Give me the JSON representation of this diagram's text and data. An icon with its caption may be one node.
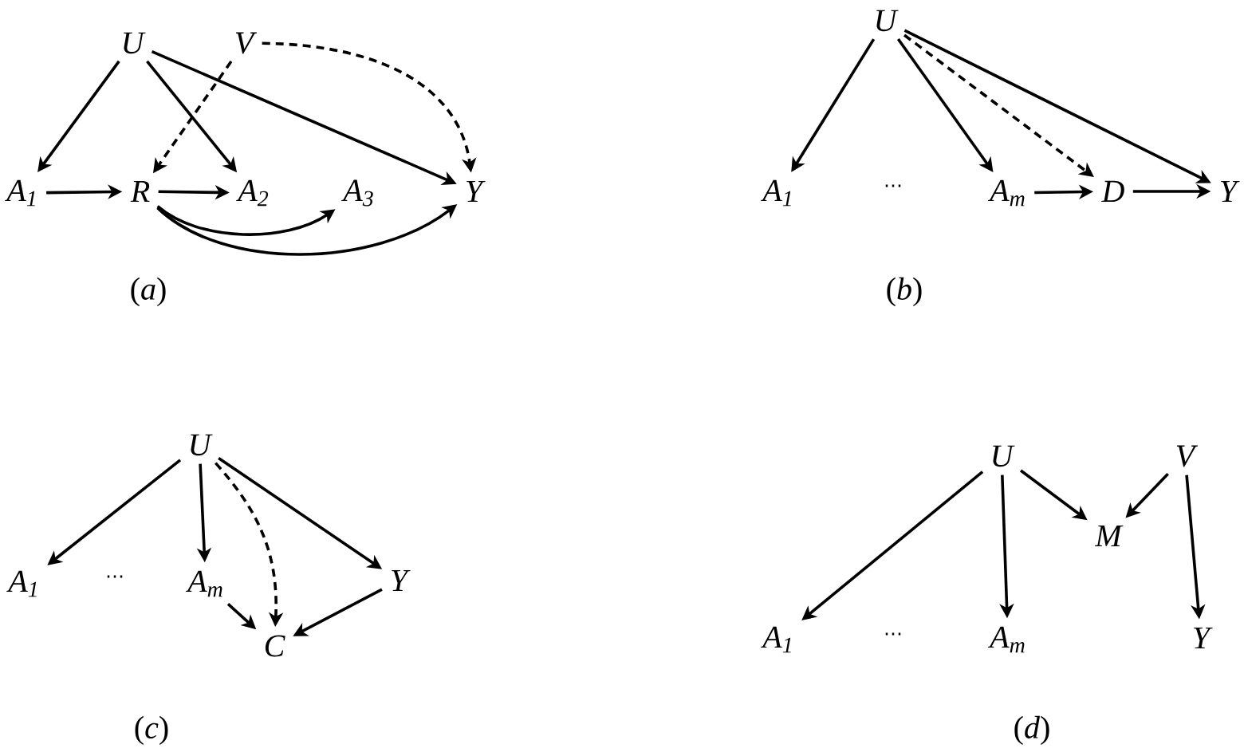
{
  "diagram": {
    "nodes": [
      {
        "text": [
          "U"
        ]
      },
      {
        "text": [
          "V"
        ]
      },
      {
        "text": [
          "A$_{1}$"
        ]
      },
      {
        "text": [
          "R"
        ]
      },
      {
        "text": [
          "A$_{2}$"
        ]
      },
      {
        "text": [
          "A$_{3}$"
        ]
      },
      {
        "text": [
          "Y"
        ]
      },
      {
        "text": [
          "U"
        ]
      },
      {
        "text": [
          "A$_{1}$"
        ]
      },
      {
        "text": [
          "A$_{m}$"
        ]
      },
      {
        "text": [
          "D"
        ]
      },
      {
        "text": [
          "Y"
        ]
      },
      {
        "text": [
          "U"
        ]
      },
      {
        "text": [
          "A$_{1}$"
        ]
      },
      {
        "text": [
          "A$_{m}$"
        ]
      },
      {
        "text": [
          "Y"
        ]
      },
      {
        "text": [
          "C"
        ]
      },
      {
        "text": [
          "U"
        ]
      },
      {
        "text": [
          "V"
        ]
      },
      {
        "text": [
          "M"
        ]
      },
      {
        "text": [
          "A$_{1}$"
        ]
      },
      {
        "text": [
          "A$_{m}$"
        ]
      },
      {
        "text": [
          "Y"
        ]
      }
    ],
    "edges": [
      {
        "from": 0,
        "to": 2,
        "arrow": "to"
      },
      {
        "from": 0,
        "to": 4,
        "arrow": "to"
      },
      {
        "from": 0,
        "to": 6,
        "arrow": "to"
      },
      {
        "from": 1,
        "to": 3,
        "arrow": "to",
        "style": "dashed"
      },
      {
        "from": 1,
        "to": 6,
        "arrow": "to",
        "style": "dashed"
      },
      {
        "from": 2,
        "to": 3,
        "arrow": "to"
      },
      {
        "from": 3,
        "to": 4,
        "arrow": "to"
      },
      {
        "from": 3,
        "to": 5,
        "arrow": "to"
      },
      {
        "from": 3,
        "to": 6,
        "arrow": "to"
      },
      {
        "from": 7,
        "to": 8,
        "arrow": "to"
      },
      {
        "from": 7,
        "to": 9,
        "arrow": "to"
      },
      {
        "from": 7,
        "to": 10,
        "arrow": "to",
        "style": "dashed"
      },
      {
        "from": 7,
        "to": 11,
        "arrow": "to"
      },
      {
        "from": 9,
        "to": 10,
        "arrow": "to"
      },
      {
        "from": 10,
        "to": 11,
        "arrow": "to"
      },
      {
        "from": 12,
        "to": 13,
        "arrow": "to"
      },
      {
        "from": 12,
        "to": 14,
        "arrow": "to"
      },
      {
        "from": 12,
        "to": 16,
        "arrow": "to",
        "style": "dashed"
      },
      {
        "from": 12,
        "to": 15,
        "arrow": "to"
      },
      {
        "from": 14,
        "to": 16,
        "arrow": "to"
      },
      {
        "from": 15,
        "to": 16,
        "arrow": "to"
      },
      {
        "from": 17,
        "to": 20,
        "arrow": "to"
      },
      {
        "from": 17,
        "to": 21,
        "arrow": "to"
      },
      {
        "from": 17,
        "to": 19,
        "arrow": "to"
      },
      {
        "from": 18,
        "to": 19,
        "arrow": "to"
      },
      {
        "from": 18,
        "to": 22,
        "arrow": "to"
      }
    ],
    "labels": [
      "⋯",
      "(*a*)",
      "(*b*)",
      "⋯",
      "⋯",
      "(*c*)",
      "(*d*)"
    ]
  }
}
